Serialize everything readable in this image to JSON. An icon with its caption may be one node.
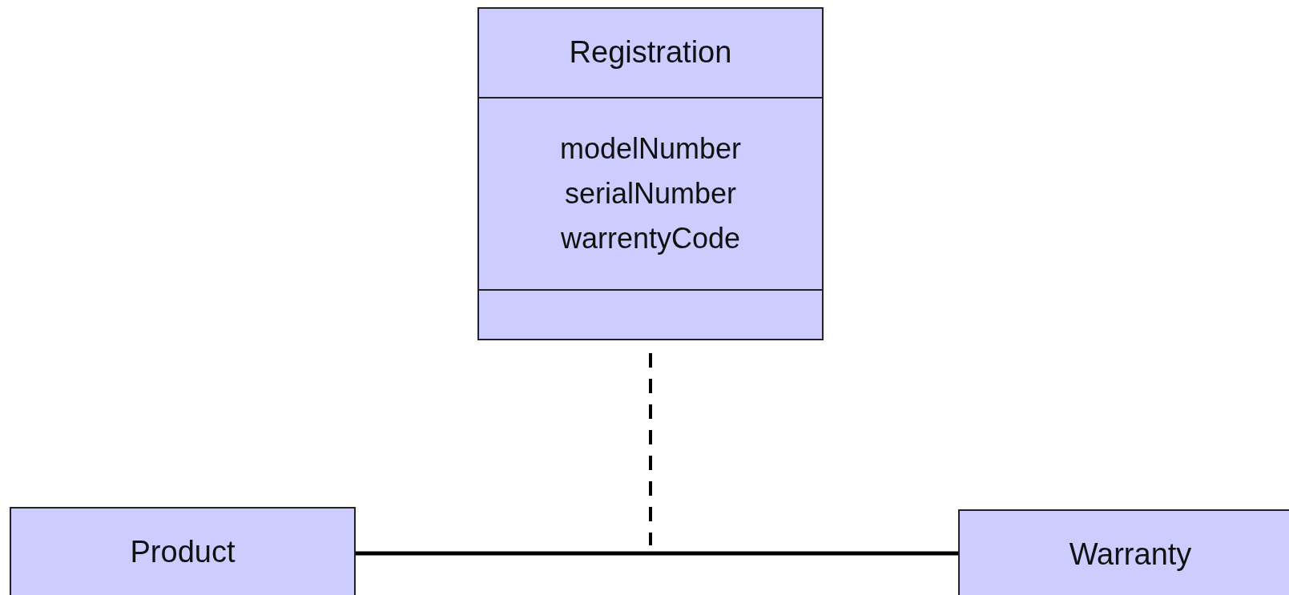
{
  "diagram": {
    "nodes": [
      {
        "text": [
          "Registration",
          "modelNumber",
          "serialNumber",
          "warrentyCode"
        ]
      },
      {
        "text": [
          "Product"
        ]
      },
      {
        "text": [
          "Warranty"
        ]
      }
    ],
    "edges": [
      {
        "from": 1,
        "to": 2,
        "arrow": "none"
      },
      {
        "from": 0,
        "to": null,
        "arrow": "none",
        "style": "dashed"
      }
    ]
  }
}
